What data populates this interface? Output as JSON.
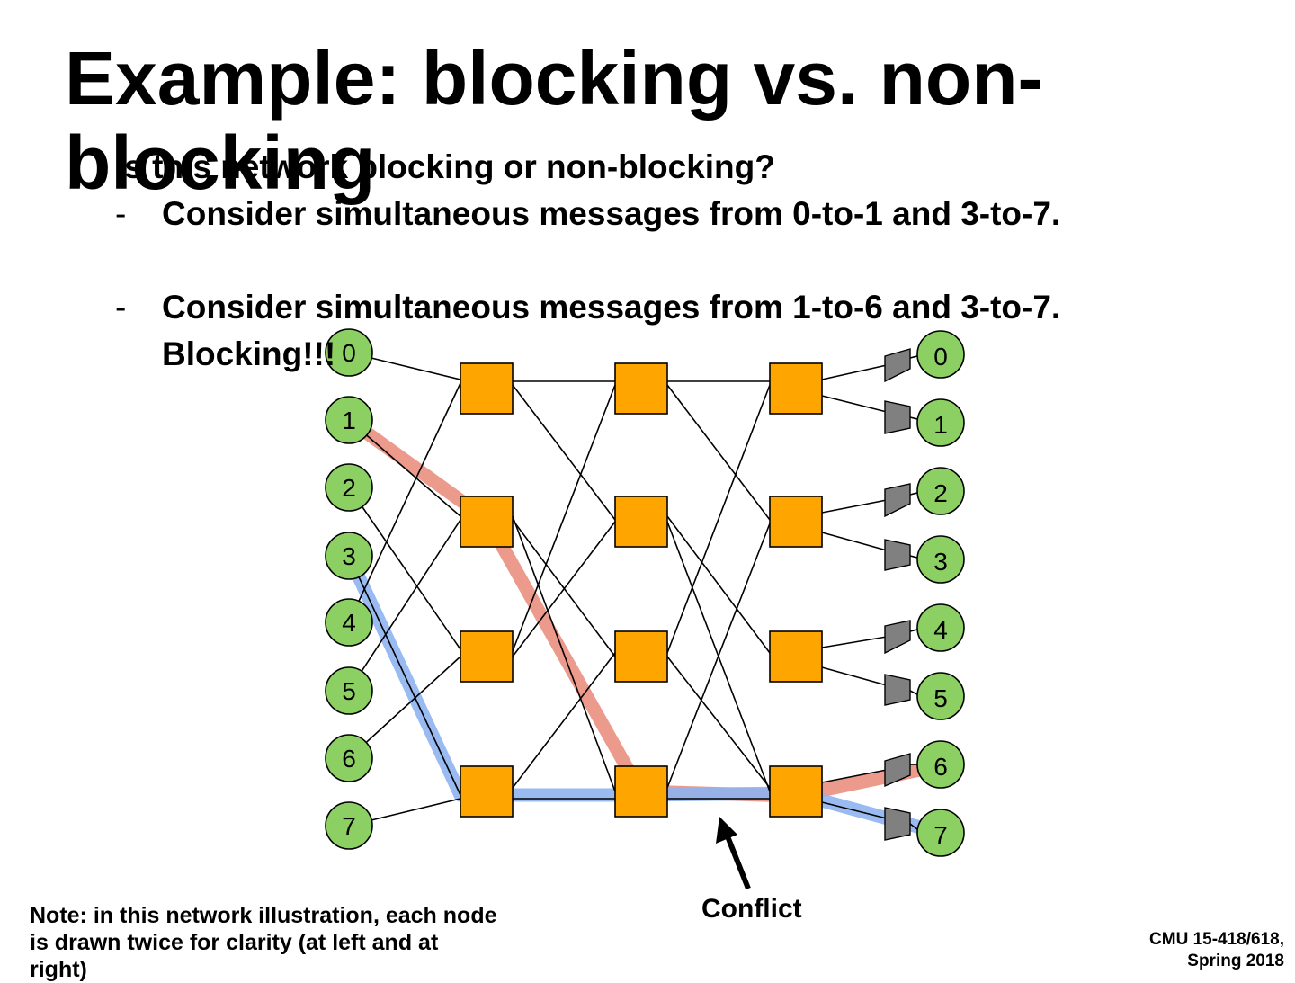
{
  "slide": {
    "title": "Example: blocking vs. non-blocking",
    "bullet_marker": "•",
    "bullet": "Is this network blocking or non-blocking?",
    "sub_marker": "-",
    "sub_bullets": [
      "Consider simultaneous messages from 0-to-1 and 3-to-7.",
      "Consider simultaneous messages from 1-to-6 and 3-to-7.  Blocking!!!"
    ],
    "note": "Note: in this network illustration, each node is drawn twice for clarity (at left and at right)",
    "conflict_label": "Conflict",
    "footer": [
      "CMU 15-418/618,",
      "Spring 2018"
    ]
  },
  "diagram": {
    "input_nodes": [
      "0",
      "1",
      "2",
      "3",
      "4",
      "5",
      "6",
      "7"
    ],
    "output_nodes": [
      "0",
      "1",
      "2",
      "3",
      "4",
      "5",
      "6",
      "7"
    ],
    "switch_stages": 3,
    "switches_per_stage": 4,
    "highlighted_routes": [
      {
        "from": "1",
        "to": "6",
        "color": "#ea8f80"
      },
      {
        "from": "3",
        "to": "7",
        "color": "#8eb4ef"
      }
    ],
    "colors": {
      "node_fill": "#8ccf62",
      "node_stroke": "#000000",
      "switch_fill": "#ffa500",
      "buffer_fill": "#808080",
      "conflict_arrow": "#000000"
    }
  }
}
